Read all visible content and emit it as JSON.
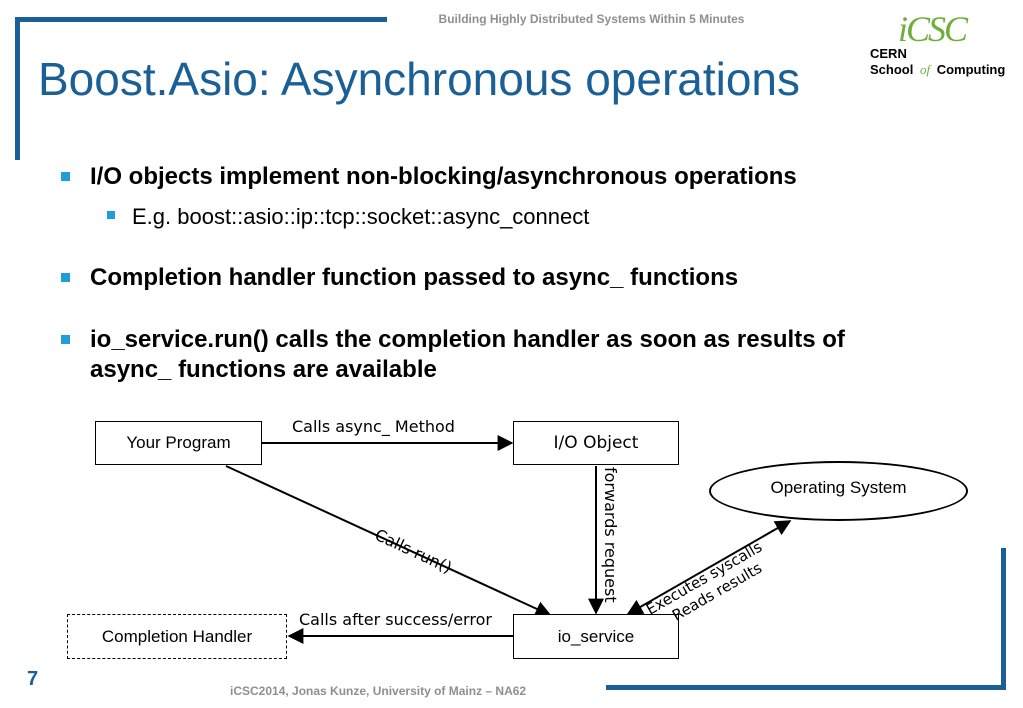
{
  "header": {
    "text": "Building Highly Distributed Systems Within 5 Minutes"
  },
  "title": "Boost.Asio: Asynchronous operations",
  "logo": {
    "top": "iCSC",
    "line1": "CERN",
    "line2_a": "School",
    "line2_of": "of",
    "line2_b": "Computing"
  },
  "bullets": [
    {
      "text": "I/O objects implement non-blocking/asynchronous operations"
    },
    {
      "text": "E.g. boost::asio::ip::tcp::socket::async_connect"
    },
    {
      "text": "Completion handler function passed to async_ functions"
    },
    {
      "text": "io_service.run() calls the completion handler as soon as results of async_ functions are available"
    }
  ],
  "diagram": {
    "your_program": "Your Program",
    "io_object": "I/O Object",
    "io_service": "io_service",
    "completion_handler": "Completion Handler",
    "operating_system": "Operating System",
    "calls_async": "Calls async_ Method",
    "calls_run": "Calls run()",
    "forwards_request": "forwards request",
    "executes_syscalls": "Executes syscalls",
    "reads_results": "Reads results",
    "calls_after": "Calls after success/error"
  },
  "footer": {
    "page_number": "7",
    "text": "iCSC2014, Jonas Kunze, University of Mainz – NA62"
  },
  "colors": {
    "accent": "#1a5f96",
    "bullet": "#1f9ed9",
    "logo_green": "#6fae3c"
  }
}
